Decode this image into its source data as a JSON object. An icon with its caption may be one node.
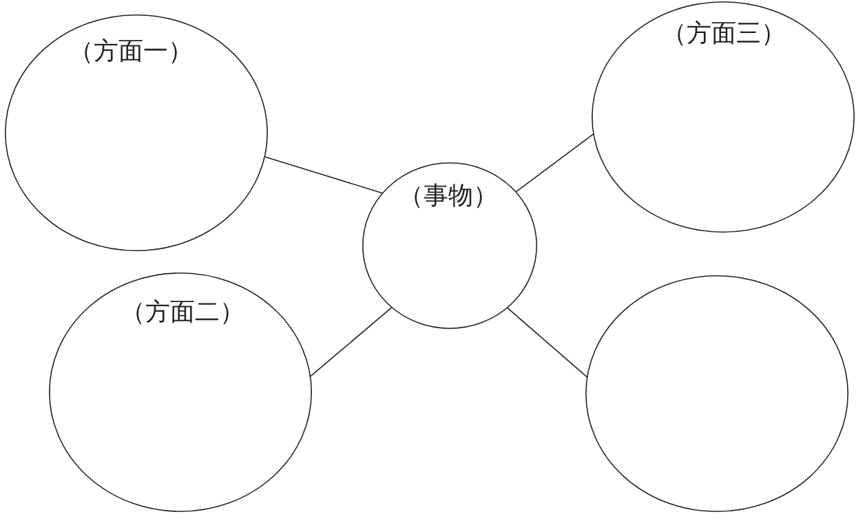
{
  "diagram": {
    "nodes": [
      {
        "text": [
          "（方面一）"
        ]
      },
      {
        "text": [
          "（方面三）"
        ]
      },
      {
        "text": [
          "（事物）"
        ]
      },
      {
        "text": [
          "（方面二）"
        ]
      },
      {
        "text": [],
        "shape": "circle"
      }
    ],
    "edges": [
      {
        "from": 2,
        "to": 0,
        "arrow": "none"
      },
      {
        "from": 2,
        "to": 1,
        "arrow": "none"
      },
      {
        "from": 2,
        "to": 3,
        "arrow": "none"
      },
      {
        "from": 2,
        "to": 4,
        "arrow": "none"
      }
    ]
  }
}
